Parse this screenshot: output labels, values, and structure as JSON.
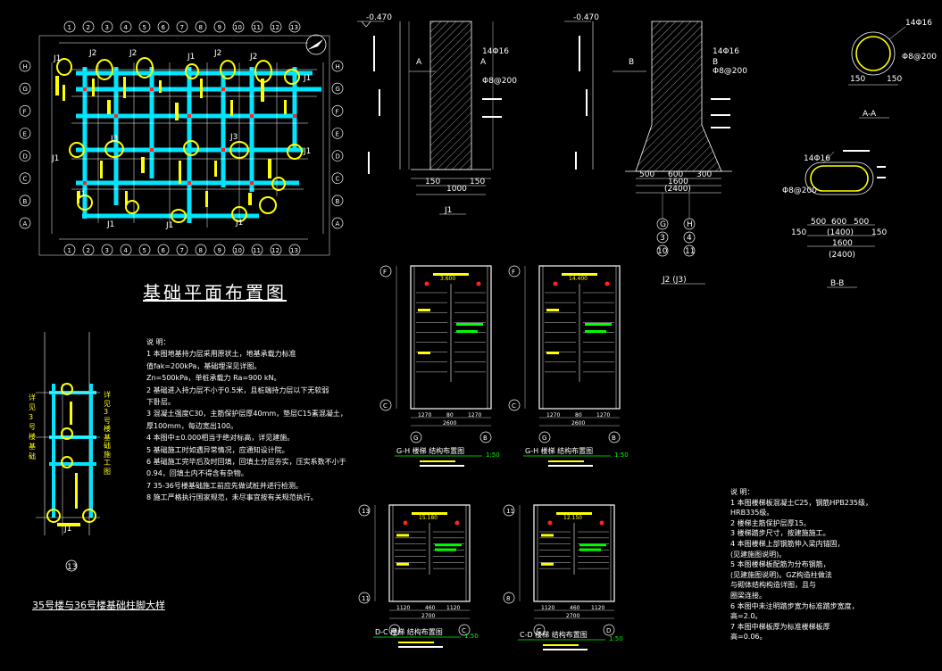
{
  "plan": {
    "title": "基础平面布置图",
    "axes_top": [
      "1",
      "2",
      "3",
      "4",
      "5",
      "6",
      "7",
      "8",
      "9",
      "10",
      "11",
      "12",
      "13"
    ],
    "axes_left": [
      "H",
      "G",
      "F",
      "E",
      "D",
      "C",
      "B",
      "A"
    ],
    "footings": [
      "J1",
      "J2",
      "J3"
    ]
  },
  "notes_main": {
    "heading": "说 明：",
    "lines": [
      "1 本图地基持力层采用原状土，地基承载力标准",
      "  值fak=200kPa，基础埋深见详图。",
      "  Zn=500kPa，单桩承载力 Ra=900 kN。",
      "2 基础进入持力层不小于0.5米，且桩端持力层以下无软弱",
      "  下卧层。",
      "3 混凝土强度C30，主筋保护层厚40mm，垫层C15素混凝土，",
      "  厚100mm，每边宽出100。",
      "4 本图中±0.000相当于绝对标高，详见建施。",
      "5 基础施工时如遇异常情况，应通知设计院。",
      "6 基础施工完毕后及时回填，回填土分层夯实，压实系数不小于",
      "  0.94，回填土内不得含有杂物。",
      "7 35-36号楼基础施工前应先做试桩并进行检测。",
      "8 施工严格执行国家规范，未尽事宜按有关规范执行。"
    ]
  },
  "notes_right": {
    "heading": "说 明：",
    "lines": [
      "1 本图楼梯板混凝土C25，钢筋HPB235级，",
      "  HRB335级。",
      "2 楼梯主筋保护层厚15。",
      "3 楼梯踏步尺寸，按建施施工。",
      "4 本图楼梯上部钢筋伸入梁内锚固，",
      "  (见建施图说明)。",
      "5 本图楼梯板配筋为分布钢筋，",
      "  (见建施图说明)。GZ构造柱做法",
      "  与砌体结构构造详图，且与",
      "  圈梁连接。",
      "6 本图中未注明踏步宽为标准踏步宽度，",
      "  高=2.0。",
      "7 本图中梯板厚为标准楼梯板厚",
      "  高=0.06。"
    ]
  },
  "detail_column": {
    "vertical_left": "详见3号楼基础",
    "vertical_right": "详见3号楼基础施工图",
    "bottom_label": "J1",
    "axis": "13",
    "caption": "35号楼与36号楼基础柱脚大样"
  },
  "section_j1": {
    "elev": "-0.470",
    "section_marks": [
      "A",
      "A"
    ],
    "rebar": "14Φ16",
    "stirrup": "Φ8@200",
    "dims": [
      "150",
      "1000",
      "150"
    ],
    "name": "J1"
  },
  "section_j2": {
    "elev": "-0.470",
    "section_marks": [
      "B",
      "B"
    ],
    "rebar": "14Φ16",
    "stirrup": "Φ8@200",
    "dims": [
      "500",
      "600",
      "300",
      "1600",
      "(2400)"
    ],
    "axes": [
      "G",
      "H",
      "3",
      "4",
      "10",
      "11"
    ],
    "name": "J2 (J3)"
  },
  "section_aa": {
    "rebar": "14Φ16",
    "stirrup": "Φ8@200",
    "dims": [
      "150",
      "150"
    ],
    "name": "A-A"
  },
  "section_bb": {
    "rebar": "14Φ16",
    "stirrup": "Φ8@200",
    "dims_top": [
      "500",
      "600",
      "500"
    ],
    "dims_mid": [
      "150",
      "(1400)",
      "150"
    ],
    "dims_bottom": [
      "1600",
      "(2400)"
    ],
    "name": "B-B"
  },
  "stairs": [
    {
      "name": "G-H 楼梯  结构布置图",
      "scale": "1:50",
      "axes_h": [
        "F",
        "C"
      ],
      "axes_v": [
        "G",
        "B"
      ],
      "dims": [
        "1270",
        "80",
        "1270",
        "2600"
      ],
      "elev": "3.600"
    },
    {
      "name": "G-H 楼梯  结构布置图",
      "scale": "1:50",
      "axes_h": [
        "F",
        "C"
      ],
      "axes_v": [
        "G",
        "B"
      ],
      "dims": [
        "1270",
        "80",
        "1270",
        "2600"
      ],
      "elev": "14.400"
    },
    {
      "name": "D-C 楼梯  结构布置图",
      "scale": "1:50",
      "axes_h": [
        "13",
        "11"
      ],
      "axes_v": [
        "D",
        "C"
      ],
      "dims": [
        "1120",
        "460",
        "1120",
        "2700"
      ],
      "elev": "15.180"
    },
    {
      "name": "C-D 楼梯  结构布置图",
      "scale": "1:50",
      "axes_h": [
        "11",
        "8"
      ],
      "axes_v": [
        "C",
        "D"
      ],
      "dims": [
        "1120",
        "460",
        "1120",
        "2700"
      ],
      "elev": "12.150"
    }
  ],
  "colors": {
    "background": "#000000",
    "line": "#ffffff",
    "accent_yellow": "#ffff00",
    "accent_cyan": "#00ffff",
    "accent_green": "#00ff00",
    "accent_red": "#ff0000"
  }
}
